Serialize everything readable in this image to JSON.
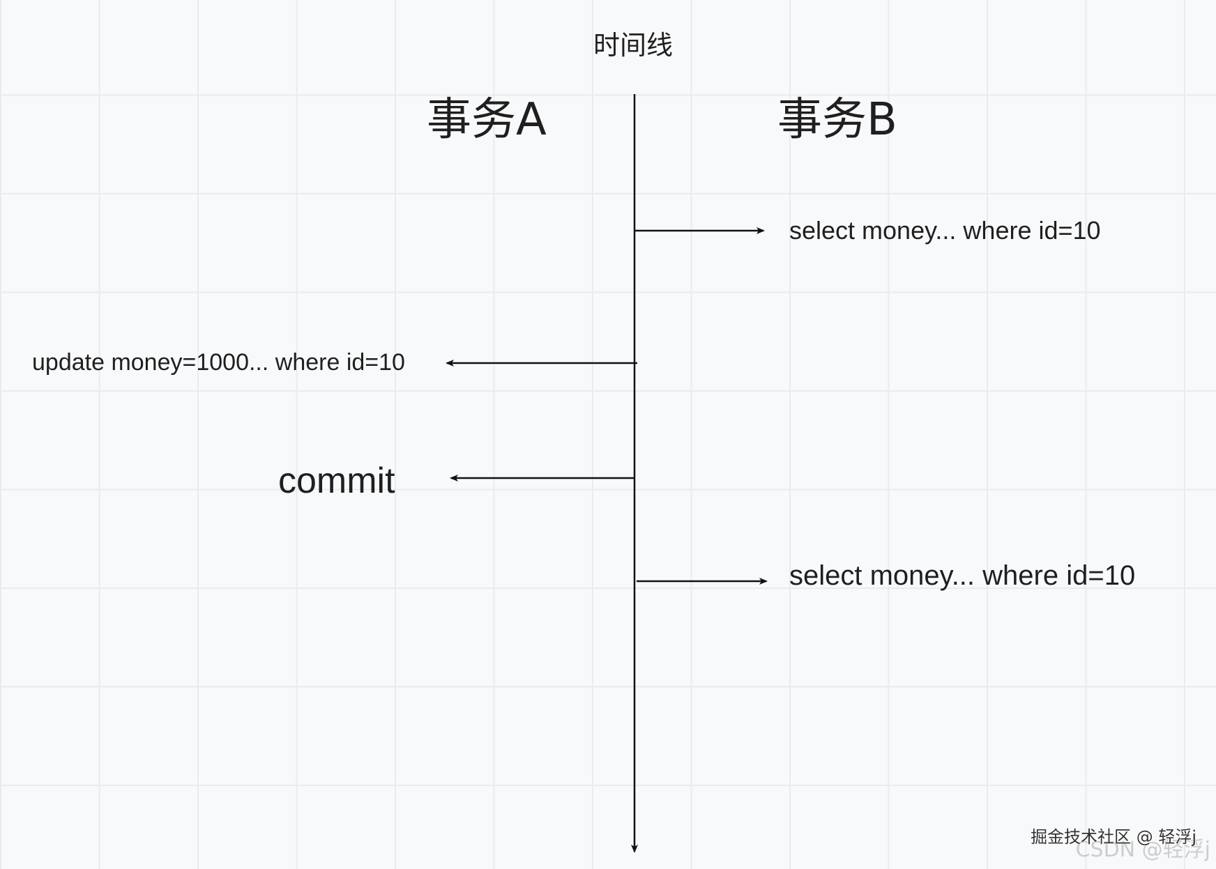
{
  "diagram": {
    "timeline_title": "时间线",
    "transaction_a": "事务A",
    "transaction_b": "事务B",
    "steps": [
      {
        "actor": "事务B",
        "text": "select money... where id=10"
      },
      {
        "actor": "事务A",
        "text": "update money=1000... where id=10"
      },
      {
        "actor": "事务A",
        "text": "commit"
      },
      {
        "actor": "事务B",
        "text": "select money... where id=10"
      }
    ]
  },
  "watermarks": {
    "community": "掘金技术社区 @ 轻浮j",
    "csdn": "CSDN @轻浮j"
  },
  "colors": {
    "background": "#f8f9fb",
    "grid": "#e9ebef",
    "line": "#111111",
    "text": "#1f1f1f"
  }
}
